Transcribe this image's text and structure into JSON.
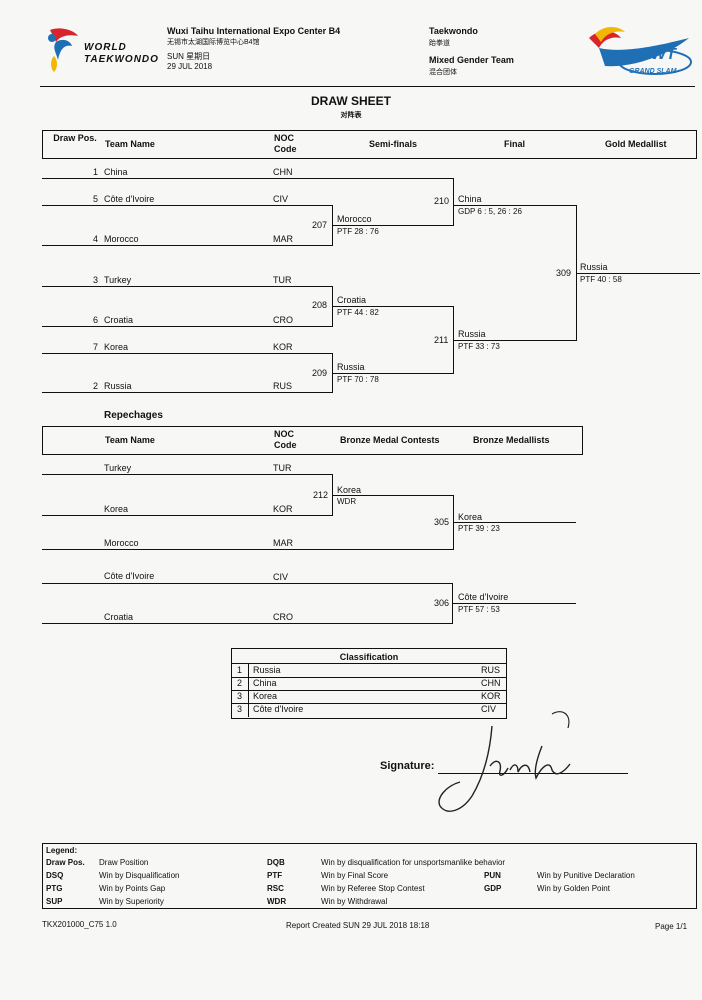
{
  "header": {
    "org_line1": "WORLD",
    "org_line2": "TAEKWONDO",
    "venue": "Wuxi Taihu International Expo Center B4",
    "venue_cn": "无锡市太湖国际博览中心B4馆",
    "day": "SUN 星期日",
    "date": "29 JUL 2018",
    "sport": "Taekwondo",
    "sport_cn": "跆拳道",
    "event": "Mixed Gender Team",
    "event_cn": "混合团体",
    "wt_logo_text": "WT",
    "wt_logo_sub": "GRAND SLAM"
  },
  "title": "DRAW SHEET",
  "title_cn": "对阵表",
  "main_header": {
    "draw_pos": "Draw Pos.",
    "team_name": "Team Name",
    "noc_code": "NOC Code",
    "semi": "Semi-finals",
    "final": "Final",
    "gold": "Gold Medallist"
  },
  "teams": [
    {
      "pos": "1",
      "name": "China",
      "noc": "CHN"
    },
    {
      "pos": "5",
      "name": "Côte d'Ivoire",
      "noc": "CIV"
    },
    {
      "pos": "4",
      "name": "Morocco",
      "noc": "MAR"
    },
    {
      "pos": "3",
      "name": "Turkey",
      "noc": "TUR"
    },
    {
      "pos": "6",
      "name": "Croatia",
      "noc": "CRO"
    },
    {
      "pos": "7",
      "name": "Korea",
      "noc": "KOR"
    },
    {
      "pos": "2",
      "name": "Russia",
      "noc": "RUS"
    }
  ],
  "contests": {
    "c207": {
      "num": "207",
      "winner": "Morocco",
      "score": "PTF  28 : 76"
    },
    "c208": {
      "num": "208",
      "winner": "Croatia",
      "score": "PTF  44 : 82"
    },
    "c209": {
      "num": "209",
      "winner": "Russia",
      "score": "PTF  70 : 78"
    },
    "c210": {
      "num": "210",
      "winner": "China",
      "score": "GDP 6 : 5, 26 : 26"
    },
    "c211": {
      "num": "211",
      "winner": "Russia",
      "score": "PTF  33 : 73"
    },
    "c309": {
      "num": "309",
      "winner": "Russia",
      "score": "PTF  40 : 58"
    }
  },
  "repechage": {
    "title": "Repechages",
    "header": {
      "team_name": "Team Name",
      "noc_code": "NOC Code",
      "bronze_contests": "Bronze Medal Contests",
      "bronze_medallists": "Bronze Medallists"
    },
    "teams": [
      {
        "name": "Turkey",
        "noc": "TUR"
      },
      {
        "name": "Korea",
        "noc": "KOR"
      },
      {
        "name": "Morocco",
        "noc": "MAR"
      },
      {
        "name": "Côte d'Ivoire",
        "noc": "CIV"
      },
      {
        "name": "Croatia",
        "noc": "CRO"
      }
    ],
    "contests": {
      "c212": {
        "num": "212",
        "winner": "Korea",
        "score": "WDR"
      },
      "c305": {
        "num": "305",
        "winner": "Korea",
        "score": "PTF  39 : 23"
      },
      "c306": {
        "num": "306",
        "winner": "Côte d'Ivoire",
        "score": "PTF  57 : 53"
      }
    }
  },
  "classification": {
    "title": "Classification",
    "rows": [
      {
        "rank": "1",
        "name": "Russia",
        "noc": "RUS"
      },
      {
        "rank": "2",
        "name": "China",
        "noc": "CHN"
      },
      {
        "rank": "3",
        "name": "Korea",
        "noc": "KOR"
      },
      {
        "rank": "3",
        "name": "Côte d'Ivoire",
        "noc": "CIV"
      }
    ]
  },
  "signature_label": "Signature:",
  "legend": {
    "title": "Legend:",
    "items": [
      {
        "code": "Draw Pos.",
        "desc": "Draw Position"
      },
      {
        "code": "DSQ",
        "desc": "Win by Disqualification"
      },
      {
        "code": "PTG",
        "desc": "Win by Points Gap"
      },
      {
        "code": "SUP",
        "desc": "Win by Superiority"
      },
      {
        "code": "DQB",
        "desc": "Win by disqualification for unsportsmanlike behavior"
      },
      {
        "code": "PTF",
        "desc": "Win by Final Score"
      },
      {
        "code": "RSC",
        "desc": "Win by Referee Stop Contest"
      },
      {
        "code": "WDR",
        "desc": "Win by Withdrawal"
      },
      {
        "code": "PUN",
        "desc": "Win by Punitive Declaration"
      },
      {
        "code": "GDP",
        "desc": "Win by Golden Point"
      }
    ]
  },
  "footer": {
    "doc_code": "TKX201000_C75 1.0",
    "report_created": "Report Created SUN 29 JUL 2018 18:18",
    "page": "Page 1/1"
  },
  "colors": {
    "wt_red": "#d7262b",
    "wt_blue": "#1f6fb5",
    "wt_yellow": "#f2b705",
    "ink": "#111111"
  }
}
